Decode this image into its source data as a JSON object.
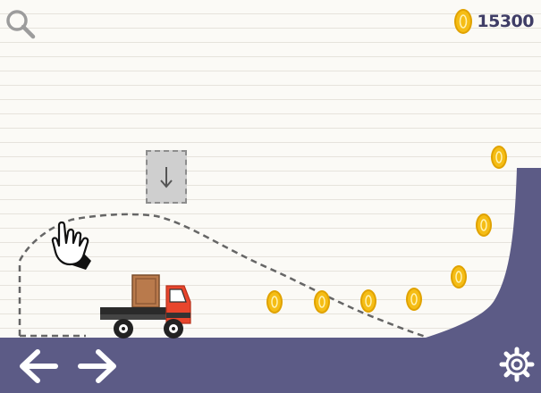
{
  "hud": {
    "coin_count": "15300",
    "search_icon": "magnifier-icon",
    "coin_icon": "coin-icon"
  },
  "controls": {
    "left_icon": "arrow-left-icon",
    "right_icon": "arrow-right-icon",
    "settings_icon": "gear-icon",
    "drop_icon": "arrow-down-icon"
  },
  "pickups": [
    {
      "type": "coin"
    },
    {
      "type": "coin"
    },
    {
      "type": "coin"
    },
    {
      "type": "coin"
    },
    {
      "type": "coin"
    },
    {
      "type": "coin"
    },
    {
      "type": "coin"
    }
  ],
  "colors": {
    "ground": "#5c5b86",
    "coin": "#f5bd15",
    "coin_rim": "#e0a200",
    "truck_cab": "#e8452c",
    "truck_bed": "#2a2a2a",
    "crate": "#b97a4c",
    "guide_line": "#666666",
    "hud_text": "#3f3d66"
  }
}
